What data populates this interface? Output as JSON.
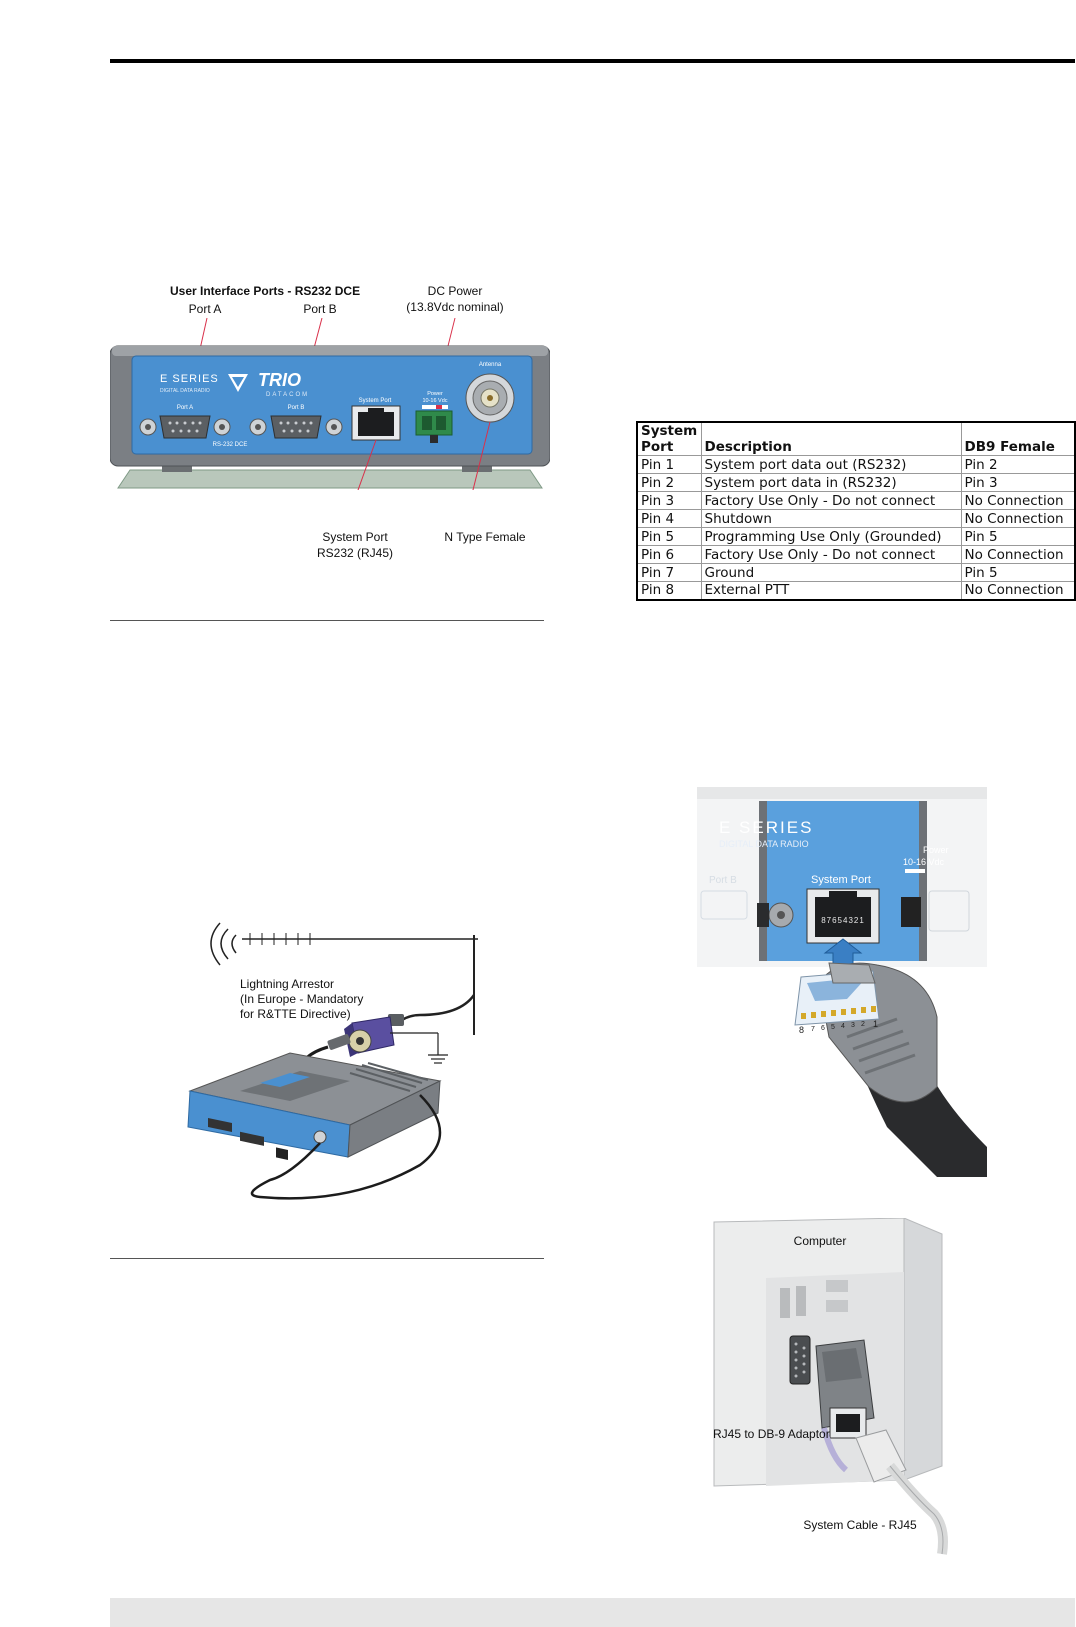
{
  "figure1": {
    "title": "User Interface Ports - RS232 DCE",
    "port_a": "Port A",
    "port_b": "Port B",
    "dc_power": "DC Power",
    "dc_power_note": "(13.8Vdc nominal)",
    "system_port": "System Port",
    "system_port_note": "RS232 (RJ45)",
    "antenna_connector": "N Type Female",
    "device": {
      "brand": "E SERIES",
      "brand_sub": "DIGITAL DATA RADIO",
      "logo": "TRIO",
      "logo_sub": "DATACOM",
      "port_a": "Port A",
      "port_b": "Port B",
      "rs232": "RS-232 DCE",
      "system_port": "System Port",
      "power": "Power",
      "power_range": "10-16 Vdc",
      "antenna": "Antenna"
    }
  },
  "figure2": {
    "line1": "Lightning Arrestor",
    "line2": "(In Europe - Mandatory",
    "line3": "for R&TTE Directive)"
  },
  "pin_table": {
    "headers": [
      "System Port",
      "Description",
      "DB9 Female"
    ],
    "header_col0_line1": "System",
    "header_col0_line2": "Port",
    "rows": [
      [
        "Pin 1",
        "System port data out (RS232)",
        "Pin 2"
      ],
      [
        "Pin 2",
        "System port data in (RS232)",
        "Pin 3"
      ],
      [
        "Pin 3",
        "Factory Use Only - Do not connect",
        "No Connection"
      ],
      [
        "Pin 4",
        "Shutdown",
        "No Connection"
      ],
      [
        "Pin 5",
        "Programming Use Only (Grounded)",
        "Pin 5"
      ],
      [
        "Pin 6",
        "Factory Use Only - Do not connect",
        "No Connection"
      ],
      [
        "Pin 7",
        "Ground",
        "Pin 5"
      ],
      [
        "Pin 8",
        "External PTT",
        "No Connection"
      ]
    ]
  },
  "figure3": {
    "brand": "E SERIES",
    "brand_sub": "DIGITAL DATA RADIO",
    "port_b": "Port B",
    "system_port": "System Port",
    "jack_pins": "87654321",
    "power": "Power",
    "power_range": "10-16 Vdc",
    "plug_pins": [
      "8",
      "7",
      "6",
      "5",
      "4",
      "3",
      "2",
      "1"
    ]
  },
  "figure4": {
    "computer": "Computer",
    "adaptor": "RJ45 to DB-9 Adaptor",
    "cable": "System Cable - RJ45"
  },
  "colors": {
    "panel_blue": "#4a90d0",
    "housing_grey": "#7b7f84",
    "footer_grey": "#e6e6e6"
  }
}
